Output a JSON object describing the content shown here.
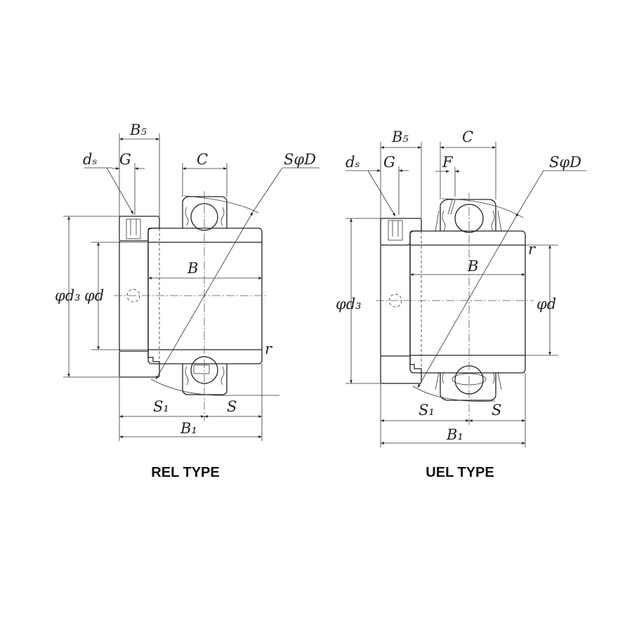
{
  "rel": {
    "title": "REL TYPE",
    "labels": {
      "B5": "B₅",
      "ds": "dₛ",
      "G": "G",
      "C": "C",
      "SphiD": "SφD",
      "B": "B",
      "phid3": "φd₃",
      "phid": "φd",
      "r": "r",
      "S1": "S₁",
      "S": "S",
      "B1": "B₁"
    }
  },
  "uel": {
    "title": "UEL TYPE",
    "labels": {
      "B5": "B₅",
      "ds": "dₛ",
      "G": "G",
      "C": "C",
      "F": "F",
      "SphiD": "SφD",
      "B": "B",
      "phid3": "φd₃",
      "phid": "φd",
      "r": "r",
      "S1": "S₁",
      "S": "S",
      "B1": "B₁"
    }
  }
}
